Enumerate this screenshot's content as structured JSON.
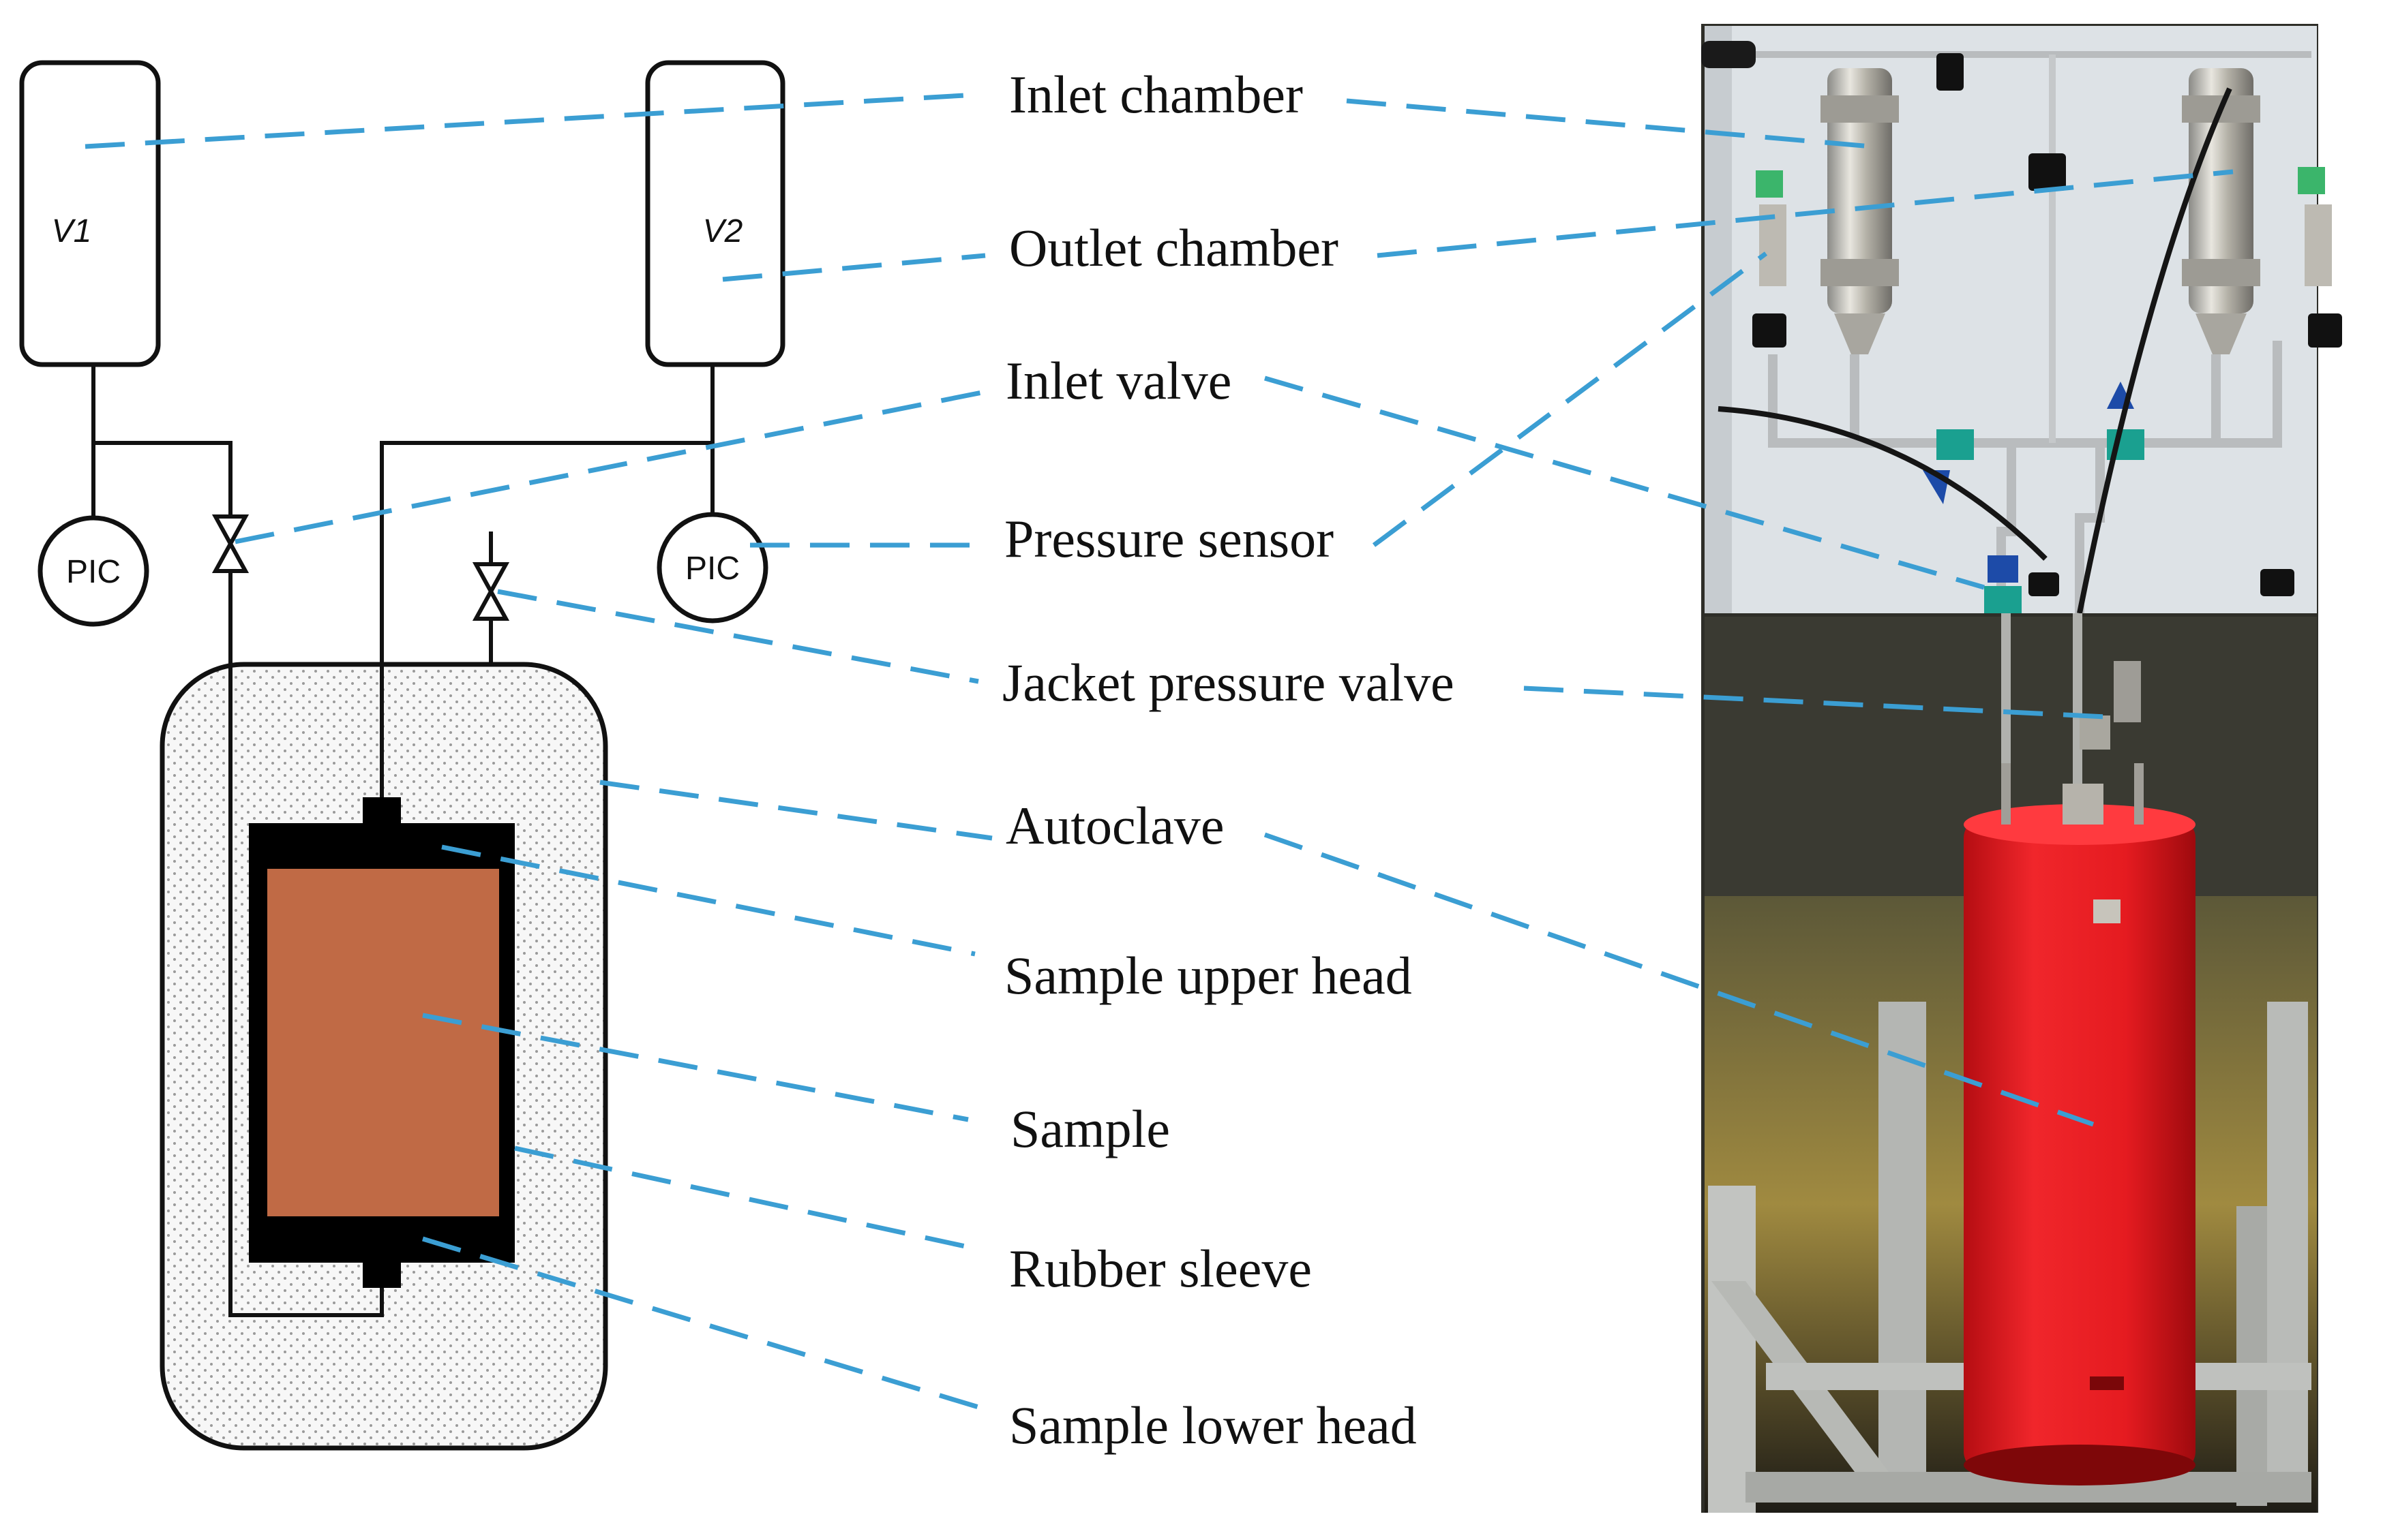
{
  "schematic": {
    "vessel_1": "V1",
    "vessel_2": "V2",
    "sensor_1": "PIC",
    "sensor_2": "PIC"
  },
  "labels": {
    "inlet_chamber": "Inlet chamber",
    "outlet_chamber": "Outlet chamber",
    "inlet_valve": "Inlet valve",
    "pressure_sensor": "Pressure sensor",
    "jacket_pressure_valve": "Jacket pressure valve",
    "autoclave": "Autoclave",
    "sample_upper_head": "Sample upper head",
    "sample": "Sample",
    "rubber_sleeve": "Rubber sleeve",
    "sample_lower_head": "Sample lower head"
  },
  "colors": {
    "leader_line": "#3b9ed3",
    "sample": "#c06a45",
    "sleeve": "#000000",
    "autoclave_fill": "#f2f2f2",
    "photo_panel": "#dde2e6",
    "photo_wall": "#3a3a32",
    "photo_cylinder": "#e8191f"
  }
}
